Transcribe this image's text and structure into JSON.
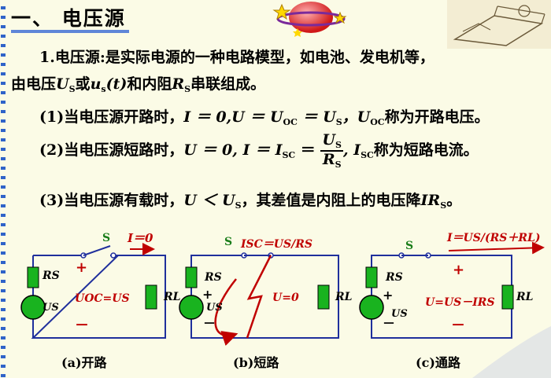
{
  "slide": {
    "title": "一、 电压源",
    "intro_line1": "1.电压源:是实际电源的一种电路模型，如电池、发电机等，",
    "intro_line2_a": "由电压",
    "intro_line2_b": "或",
    "intro_line2_c": "和内阻",
    "intro_line2_d": "串联组成。",
    "var_U": "U",
    "var_u": "u",
    "var_R": "R",
    "sub_S": "S",
    "sub_s": "s",
    "var_t": "(t)",
    "case1_a": "(1)当电压源开路时，",
    "case1_eq": "I ＝ 0,",
    "case1_b": "U ＝ U",
    "sub_OC": "OC",
    "case1_c": " ＝ U",
    "case1_d": "，U",
    "case1_e": "称为开路电压。",
    "case2_a": "(2)当电压源短路时，",
    "case2_b": "U ＝ 0, I ＝ I",
    "sub_SC": "SC",
    "case2_eq": " ＝",
    "case2_num": "U",
    "case2_den": "R",
    "case2_c": ", I",
    "case2_d": "称为短路电流。",
    "case3_a": "(3)当电压源有载时，",
    "case3_b": "U ＜ U",
    "case3_c": "，其差值是内阻上的电压降",
    "case3_d": "IR",
    "case3_e": "。"
  },
  "circuits": {
    "a": {
      "switch_label": "S",
      "current_label": "I＝0",
      "rs_label": "RS",
      "us_label": "US",
      "plus": "+",
      "minus": "－",
      "voltage_label": "UOC=US",
      "rl_label": "RL",
      "caption": "(a)开路"
    },
    "b": {
      "switch_label": "S",
      "current_label": "ISC＝US/RS",
      "rs_label": "RS",
      "us_label": "US",
      "plus": "+",
      "minus": "－",
      "voltage_label": "U=0",
      "rl_label": "RL",
      "caption": "(b)短路"
    },
    "c": {
      "switch_label": "S",
      "current_label": "I＝US/(RS＋RL)",
      "rs_label": "RS",
      "us_label": "US",
      "plus": "+",
      "minus": "－",
      "voltage_label": "U=US－IRS",
      "rl_label": "RL",
      "caption": "(c)通路"
    }
  },
  "colors": {
    "wire": "#1f2f9c",
    "element_green": "#19b31f",
    "label_red": "#c00000",
    "accent_blue": "#2f63c9"
  },
  "icons": [
    "planet-stars-icon",
    "desk-sketch-icon"
  ]
}
